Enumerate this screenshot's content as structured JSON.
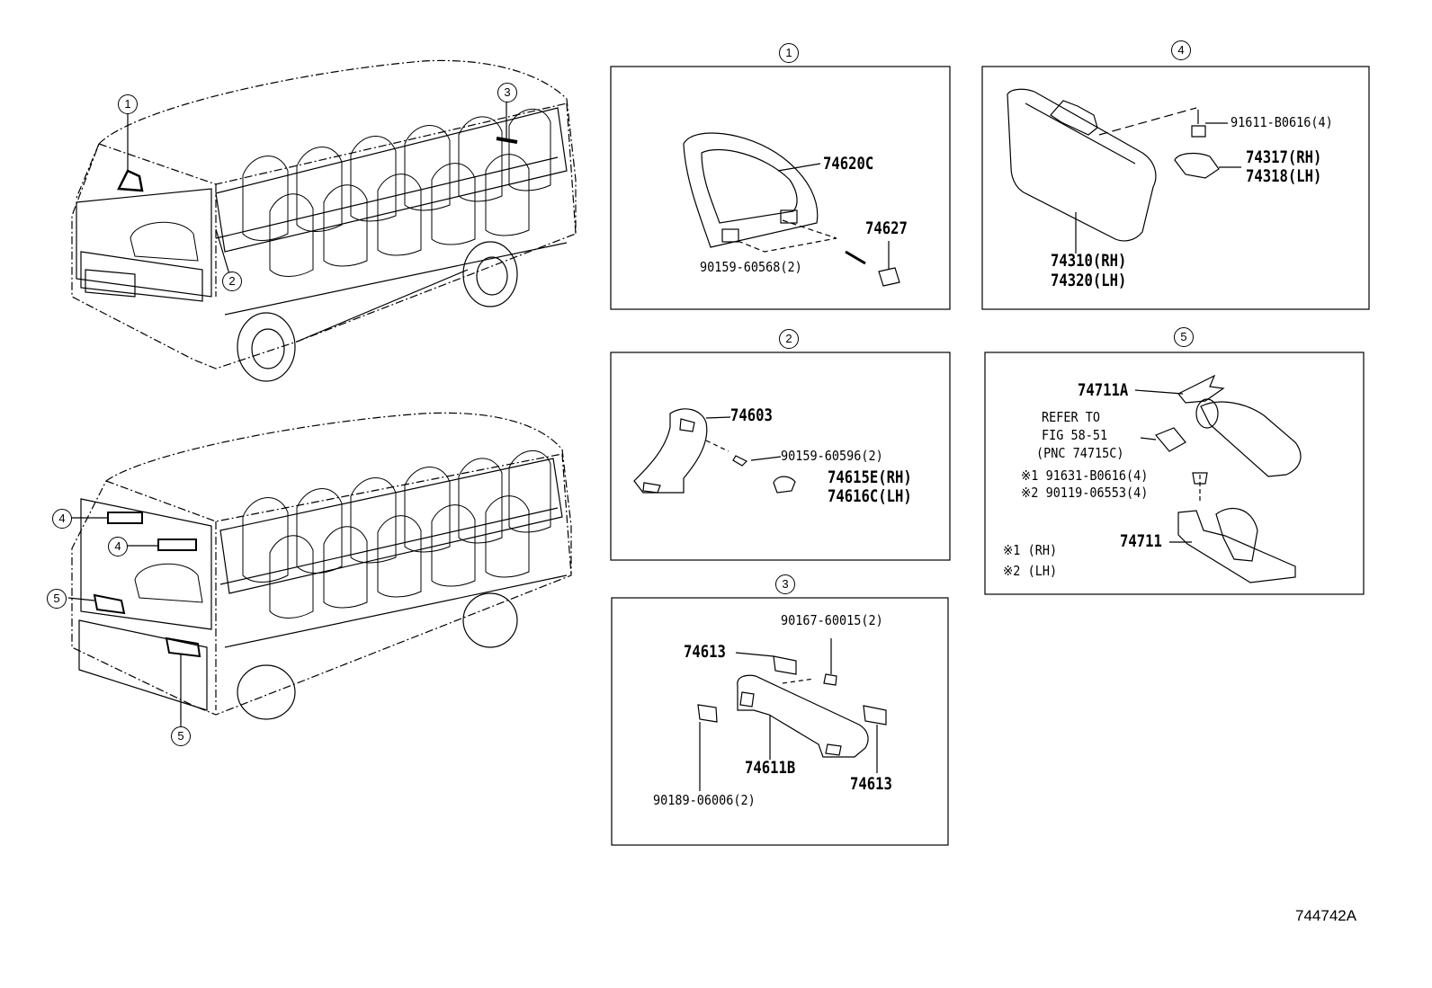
{
  "callouts": {
    "c1": "1",
    "c2": "2",
    "c3": "3",
    "c4": "4",
    "c5": "5"
  },
  "panel1": {
    "title": "1",
    "parts": {
      "handle_frame": "74620C",
      "cap": "74627",
      "screw": "90159-60568(2)"
    }
  },
  "panel2": {
    "title": "2",
    "parts": {
      "grip": "74603",
      "screw": "90159-60596(2)",
      "cap_rh": "74615E(RH)",
      "cap_lh": "74616C(LH)"
    }
  },
  "panel3": {
    "title": "3",
    "parts": {
      "bracket_left": "74613",
      "screw_top": "90167-60015(2)",
      "grip": "74611B",
      "bracket_right": "74613",
      "clip": "90189-06006(2)"
    }
  },
  "panel4": {
    "title": "4",
    "parts": {
      "screw": "91611-B0616(4)",
      "holder_rh": "74317(RH)",
      "holder_lh": "74318(LH)",
      "visor_rh": "74310(RH)",
      "visor_lh": "74320(LH)"
    }
  },
  "panel5": {
    "title": "5",
    "parts": {
      "extinguisher": "74711A",
      "refer_1": "REFER TO",
      "refer_2": "FIG 58-51",
      "refer_3": "(PNC 74715C)",
      "bolt_1": "※1 91631-B0616(4)",
      "bolt_2": "※2 90119-06553(4)",
      "bracket": "74711",
      "note_1": "※1 (RH)",
      "note_2": "※2 (LH)"
    }
  },
  "figure_number": "744742A"
}
